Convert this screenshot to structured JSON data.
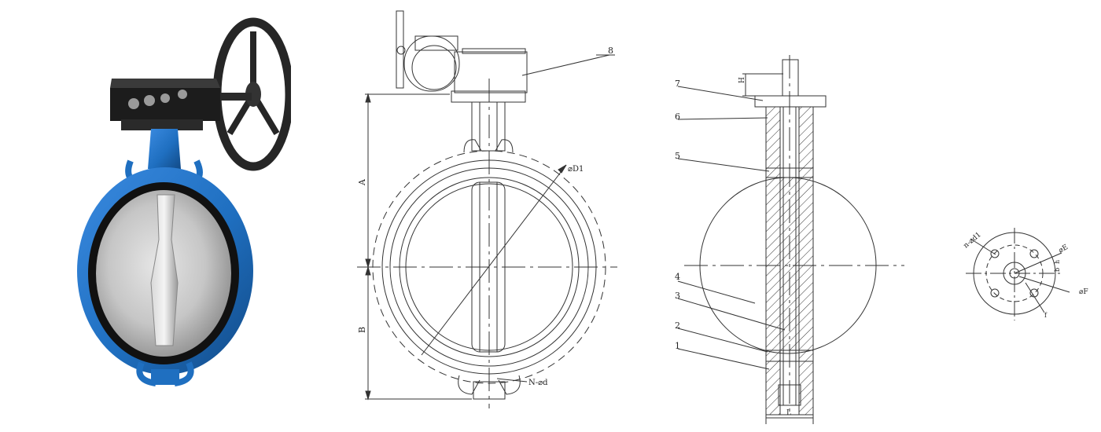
{
  "photo": {
    "valve_body_color": "#1f6fc0",
    "gearbox_color": "#1c1c1c",
    "disc_color": "#c9c9c9",
    "handwheel_color": "#262626"
  },
  "front_view": {
    "labels": {
      "part8": "8",
      "dim_a": "A",
      "dim_b": "B",
      "dim_d1": "⌀D1",
      "dim_n_d": "N-⌀d"
    }
  },
  "side_view": {
    "labels": {
      "part1": "1",
      "part2": "2",
      "part3": "3",
      "part4": "4",
      "part5": "5",
      "part6": "6",
      "part7": "7",
      "dim_h": "H",
      "dim_l": "L"
    }
  },
  "flange_view": {
    "labels": {
      "n_d1": "n-⌀d1",
      "dia_e": "⌀E",
      "dia_f": "⌀F",
      "dim_b": "b",
      "dim_h": "h",
      "dim_f": "f"
    }
  },
  "line_color": "#333333"
}
